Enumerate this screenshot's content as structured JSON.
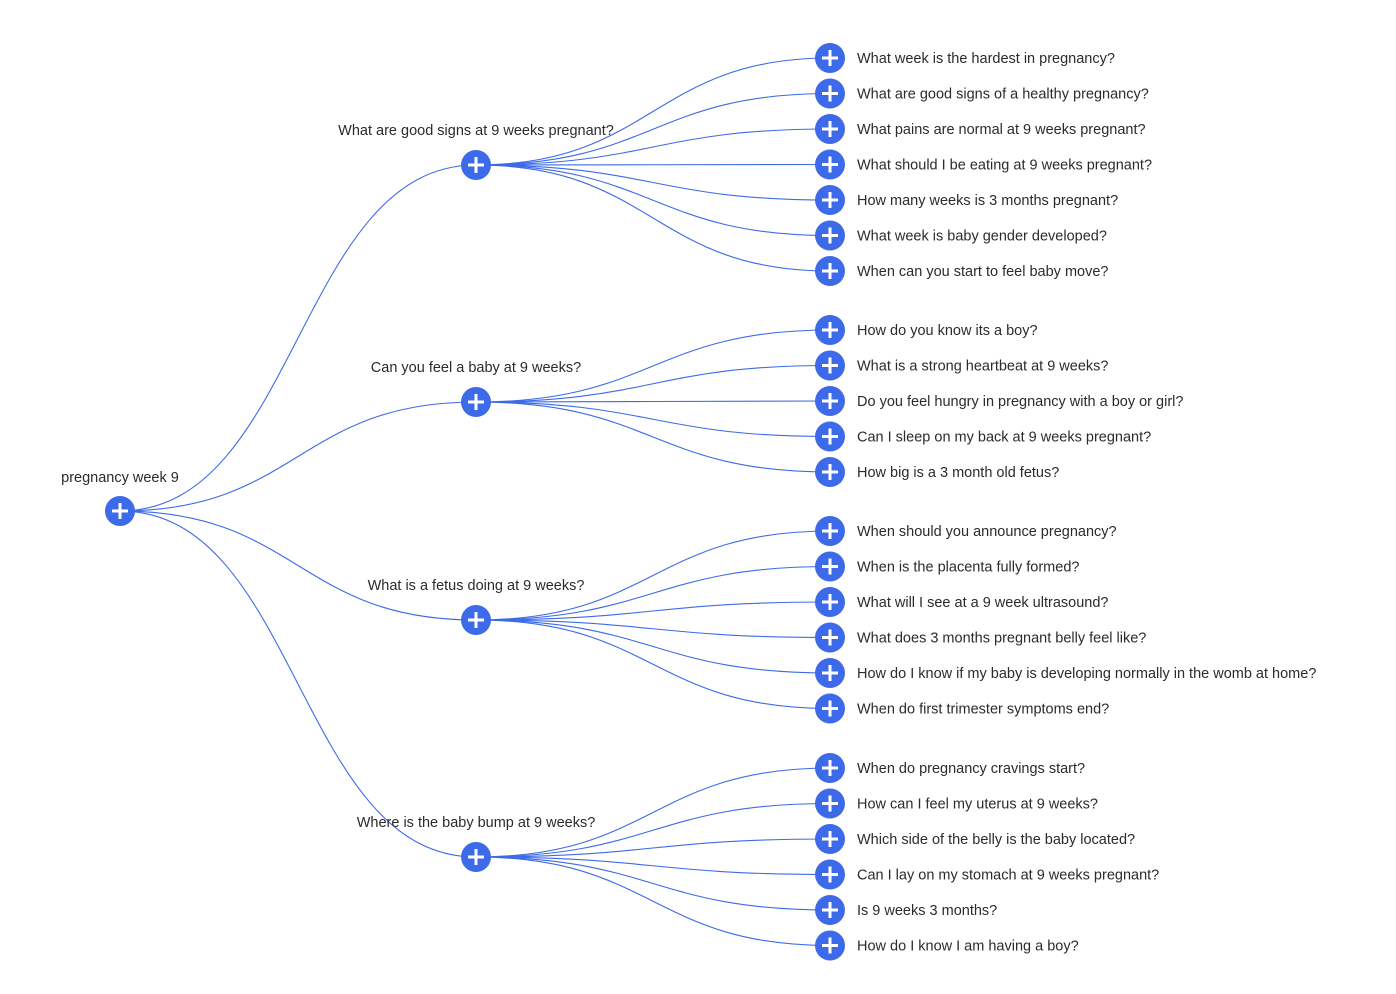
{
  "colors": {
    "accent": "#3d6ae8",
    "text": "#2b2b2b",
    "background": "#ffffff"
  },
  "icons": {
    "expand": "plus-icon"
  },
  "tree": {
    "root": {
      "label": "pregnancy week 9",
      "children": [
        {
          "label": "What are good signs at 9 weeks pregnant?",
          "children": [
            "What week is the hardest in pregnancy?",
            "What are good signs of a healthy pregnancy?",
            "What pains are normal at 9 weeks pregnant?",
            "What should I be eating at 9 weeks pregnant?",
            "How many weeks is 3 months pregnant?",
            "What week is baby gender developed?",
            "When can you start to feel baby move?"
          ]
        },
        {
          "label": "Can you feel a baby at 9 weeks?",
          "children": [
            "How do you know its a boy?",
            "What is a strong heartbeat at 9 weeks?",
            "Do you feel hungry in pregnancy with a boy or girl?",
            "Can I sleep on my back at 9 weeks pregnant?",
            "How big is a 3 month old fetus?"
          ]
        },
        {
          "label": "What is a fetus doing at 9 weeks?",
          "children": [
            "When should you announce pregnancy?",
            "When is the placenta fully formed?",
            "What will I see at a 9 week ultrasound?",
            "What does 3 months pregnant belly feel like?",
            "How do I know if my baby is developing normally in the womb at home?",
            "When do first trimester symptoms end?"
          ]
        },
        {
          "label": "Where is the baby bump at 9 weeks?",
          "children": [
            "When do pregnancy cravings start?",
            "How can I feel my uterus at 9 weeks?",
            "Which side of the belly is the baby located?",
            "Can I lay on my stomach at 9 weeks pregnant?",
            "Is 9 weeks 3 months?",
            "How do I know I am having a boy?"
          ]
        }
      ]
    }
  }
}
